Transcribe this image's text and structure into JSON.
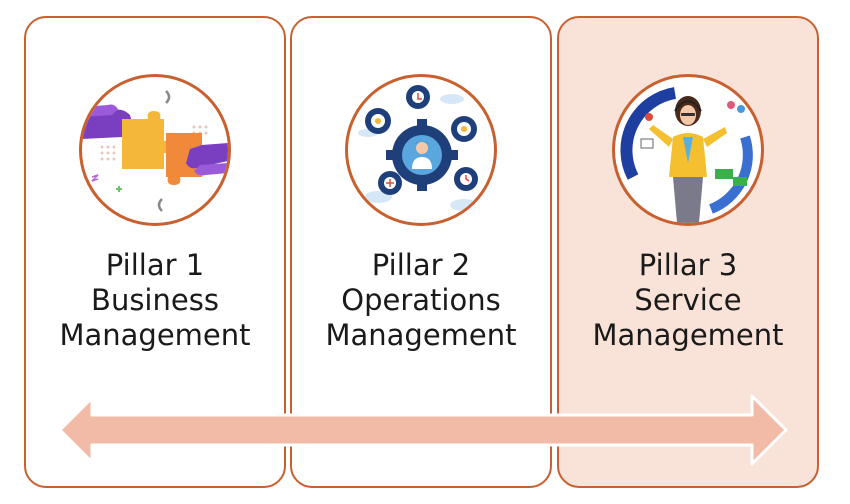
{
  "colors": {
    "border": "#c8602f",
    "highlight_fill": "#f9e3d8",
    "arrow_fill": "#f2bba8"
  },
  "pillars": [
    {
      "number": "Pillar 1",
      "name": "Business",
      "suffix": "Management",
      "icon": "puzzle-handshake-icon",
      "highlighted": false
    },
    {
      "number": "Pillar 2",
      "name": "Operations",
      "suffix": "Management",
      "icon": "gears-operator-icon",
      "highlighted": false
    },
    {
      "number": "Pillar 3",
      "name": "Service",
      "suffix": "Management",
      "icon": "multitasking-woman-icon",
      "highlighted": true
    }
  ],
  "connector": {
    "type": "double-headed-arrow",
    "icon": "double-arrow-icon"
  }
}
